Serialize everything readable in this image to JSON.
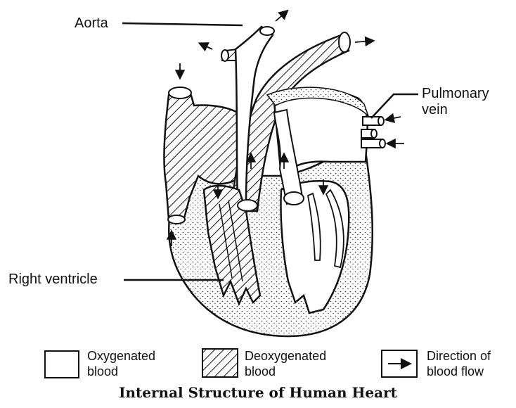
{
  "labels": {
    "aorta": "Aorta",
    "pulmonary_vein_line1": "Pulmonary",
    "pulmonary_vein_line2": "vein",
    "right_ventricle": "Right ventricle"
  },
  "legend": {
    "oxygenated_line1": "Oxygenated",
    "oxygenated_line2": "blood",
    "deoxygenated_line1": "Deoxygenated",
    "deoxygenated_line2": "blood",
    "direction_line1": "Direction of",
    "direction_line2": "blood flow"
  },
  "caption": "Internal Structure of Human Heart",
  "colors": {
    "ink": "#111111",
    "background": "#ffffff"
  }
}
